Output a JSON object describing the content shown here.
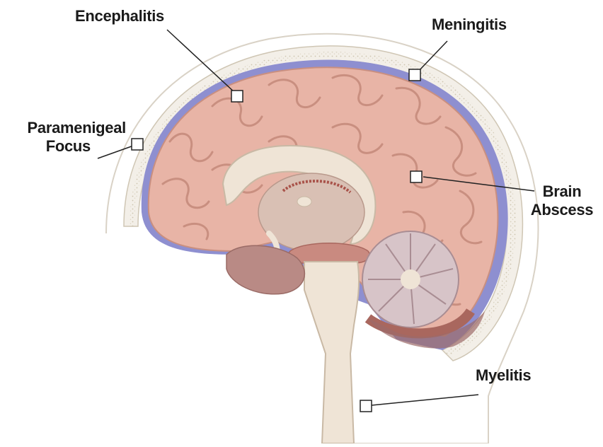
{
  "labels": {
    "encephalitis": "Encephalitis",
    "meningitis": "Meningitis",
    "paramenigeal_line1": "Paramenigeal",
    "paramenigeal_line2": "Focus",
    "brain_abscess_line1": "Brain",
    "brain_abscess_line2": "Abscess",
    "myelitis": "Myelitis"
  },
  "colors": {
    "cortex": "#e8b4a6",
    "cortex_shadow": "#c98f80",
    "meninges": "#8e8fd0",
    "skull": "#f3efe8",
    "bone_dots": "#c9bfa8",
    "white_matter": "#efe4d6",
    "cerebellum": "#d7c4c8",
    "deep_tissue": "#b98a85",
    "label_text": "#1a1a1a"
  }
}
